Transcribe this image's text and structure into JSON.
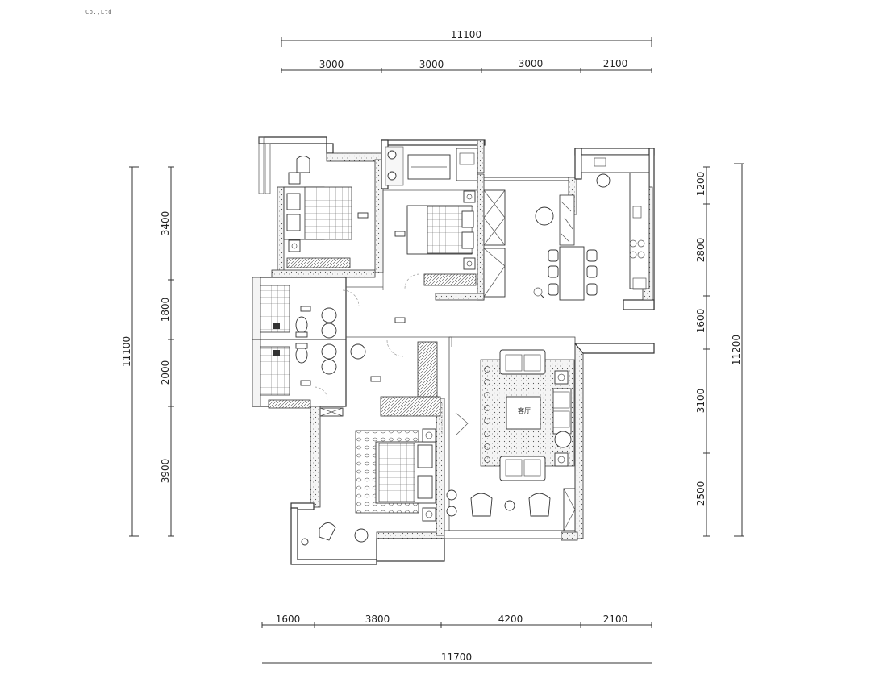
{
  "header": {
    "corner_text": "Co.,Ltd"
  },
  "dimensions": {
    "top_total": "11100",
    "top_segments": [
      "3000",
      "3000",
      "3000",
      "2100"
    ],
    "bottom_segments": [
      "1600",
      "3800",
      "4200",
      "2100"
    ],
    "bottom_total": "11700",
    "left_segments": [
      "3400",
      "1800",
      "2000",
      "3900"
    ],
    "left_total": "11100",
    "right_segments": [
      "1200",
      "2800",
      "1600",
      "3100",
      "2500"
    ],
    "right_total": "11200"
  },
  "rooms": {
    "living_room_label": "客厅"
  }
}
